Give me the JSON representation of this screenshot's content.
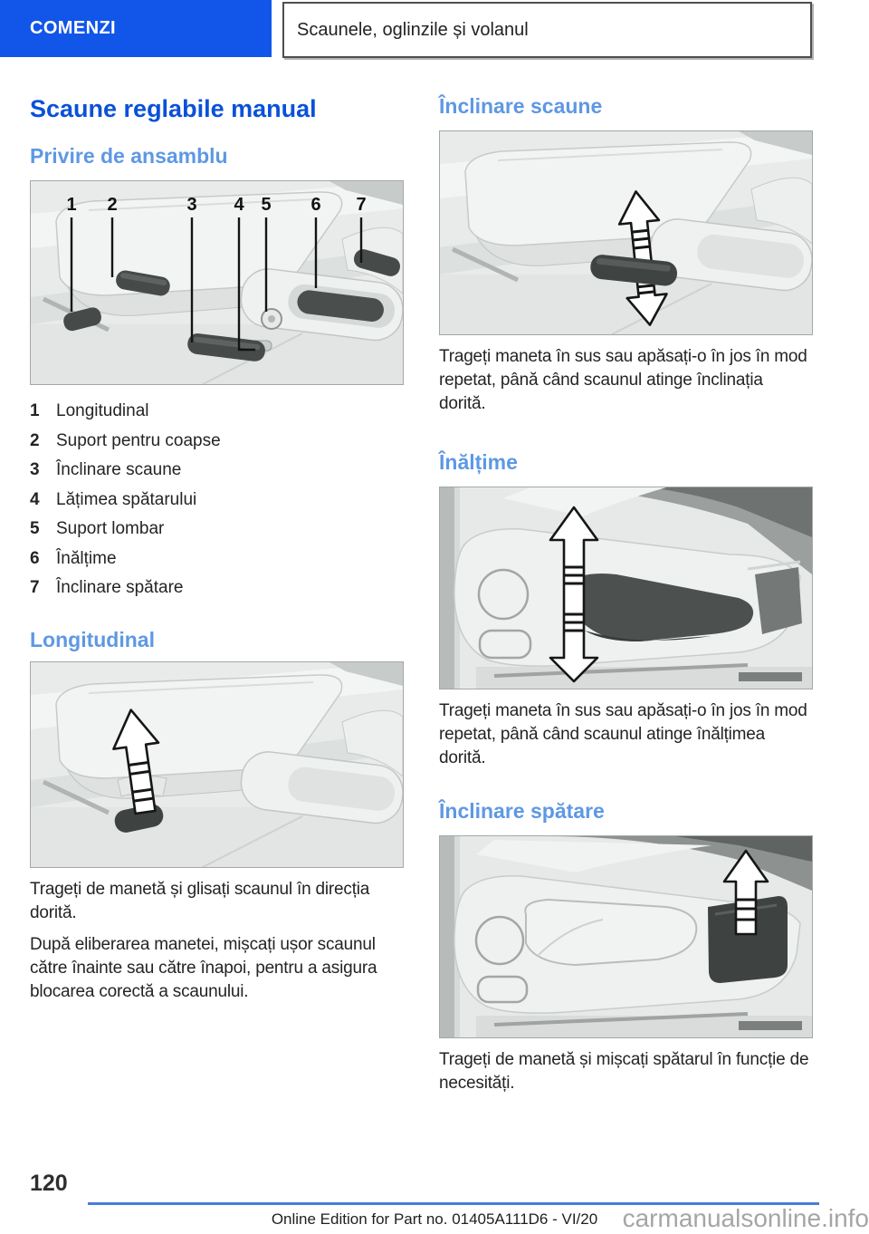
{
  "header": {
    "section_label": "COMENZI",
    "chapter_title": "Scaunele, oglinzile și volanul"
  },
  "left_column": {
    "main_heading": "Scaune reglabile manual",
    "overview": {
      "heading": "Privire de ansamblu",
      "legend": [
        {
          "num": "1",
          "label": "Longitudinal"
        },
        {
          "num": "2",
          "label": "Suport pentru coapse"
        },
        {
          "num": "3",
          "label": "Înclinare scaune"
        },
        {
          "num": "4",
          "label": "Lățimea spătarului"
        },
        {
          "num": "5",
          "label": "Suport lombar"
        },
        {
          "num": "6",
          "label": "Înălțime"
        },
        {
          "num": "7",
          "label": "Înclinare spătare"
        }
      ]
    },
    "longitudinal": {
      "heading": "Longitudinal",
      "paragraphs": [
        "Trageți de manetă și glisați scaunul în direcția dorită.",
        "După eliberarea manetei, mișcați ușor scaunul către înainte sau către înapoi, pentru a asigura blocarea corectă a scaunului."
      ]
    }
  },
  "right_column": {
    "seat_tilt": {
      "heading": "Înclinare scaune",
      "paragraph": "Trageți maneta în sus sau apăsați-o în jos în mod repetat, până când scaunul atinge înclinația dorită."
    },
    "height": {
      "heading": "Înălțime",
      "paragraph": "Trageți maneta în sus sau apăsați-o în jos în mod repetat, până când scaunul atinge înălțimea dorită."
    },
    "backrest_tilt": {
      "heading": "Înclinare spătare",
      "paragraph": "Trageți de manetă și mișcați spătarul în funcție de necesități."
    }
  },
  "footer": {
    "page_number": "120",
    "edition_note": "Online Edition for Part no. 01405A111D6 - VI/20",
    "watermark": "carmanualsonline.info"
  },
  "colors": {
    "header_band_blue": "#1156e8",
    "heading_blue": "#0a51d9",
    "subheading_blue": "#5e98e4",
    "footer_line_blue": "#4a7dd9"
  }
}
